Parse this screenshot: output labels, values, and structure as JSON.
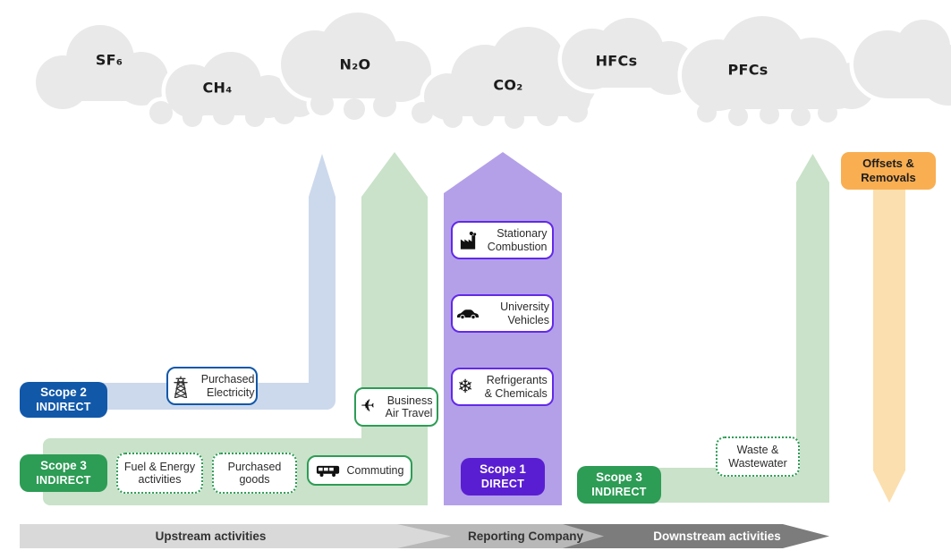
{
  "gases": {
    "sf6": "SF₆",
    "ch4": "CH₄",
    "n2o": "N₂O",
    "co2": "CO₂",
    "hfcs": "HFCs",
    "pfcs": "PFCs"
  },
  "pills": {
    "scope2": {
      "title": "Scope 2",
      "type": "INDIRECT"
    },
    "scope3_upstream": {
      "title": "Scope 3",
      "type": "INDIRECT"
    },
    "scope1": {
      "title": "Scope 1",
      "type": "DIRECT"
    },
    "scope3_downstream": {
      "title": "Scope 3",
      "type": "INDIRECT"
    },
    "offsets": {
      "label": "Offsets & Removals"
    }
  },
  "boxes": {
    "purchased_electricity": {
      "label": "Purchased Electricity",
      "icon": "transmission-tower-icon"
    },
    "business_air_travel": {
      "label": "Business Air Travel",
      "icon": "airplane-icon"
    },
    "fuel_energy_activities": {
      "label": "Fuel & Energy activities"
    },
    "purchased_goods": {
      "label": "Purchased goods"
    },
    "commuting": {
      "label": "Commuting",
      "icon": "bus-icon"
    },
    "stationary_combustion": {
      "label": "Stationary Combustion",
      "icon": "factory-icon"
    },
    "university_vehicles": {
      "label": "University Vehicles",
      "icon": "car-icon"
    },
    "refrigerants_chemicals": {
      "label": "Refrigerants & Chemicals",
      "icon": "snowflake-icon"
    },
    "waste_wastewater": {
      "label": "Waste & Wastewater"
    }
  },
  "flow": {
    "upstream": "Upstream activities",
    "reporting": "Reporting Company",
    "downstream": "Downstream activities"
  },
  "colors": {
    "scope2_blue": "#1158a9",
    "scope2_arrow": "#ccd9ec",
    "scope3_green": "#2d9c55",
    "scope3_arrow": "#c9e2c9",
    "scope1_purple": "#5a1ed2",
    "scope1_border": "#6229e8",
    "scope1_arrow": "#b4a0e8",
    "offsets_orange": "#f9ae51",
    "offsets_arrow": "#fbdfae",
    "cloud_gray": "#e9e9e9"
  }
}
